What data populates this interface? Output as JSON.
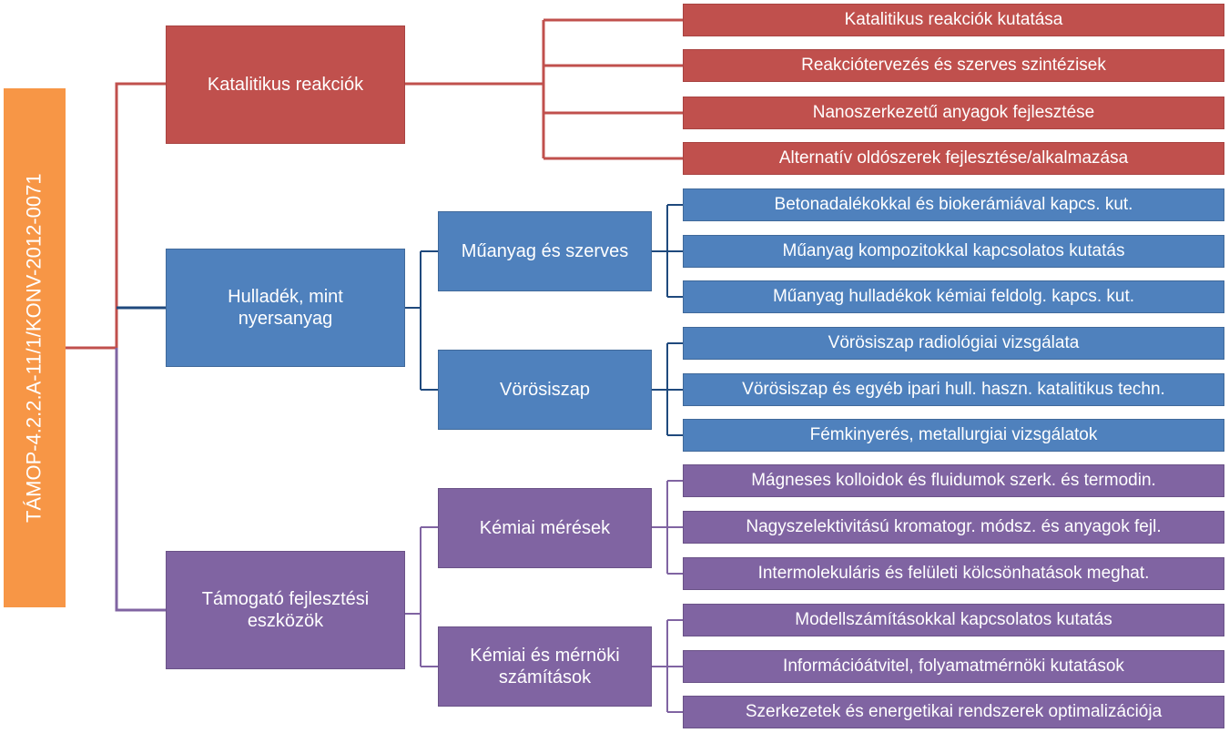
{
  "root": {
    "label": "TÁMOP-4.2.2.A-11/1/KONV-2012-0071"
  },
  "colors": {
    "root": "#f79646",
    "red": "#c0504d",
    "blue": "#4f81bd",
    "purple": "#8064a2"
  },
  "branches": [
    {
      "label": "Katalitikus reakciók",
      "leaves": [
        "Katalitikus reakciók kutatása",
        "Reakciótervezés és szerves szintézisek",
        "Nanoszerkezetű anyagok fejlesztése",
        "Alternatív oldószerek fejlesztése/alkalmazása"
      ]
    },
    {
      "label": "Hulladék, mint nyersanyag",
      "children": [
        {
          "label": "Műanyag és szerves",
          "leaves": [
            "Betonadalékokkal és biokerámiával kapcs. kut.",
            "Műanyag kompozitokkal kapcsolatos kutatás",
            "Műanyag hulladékok kémiai feldolg. kapcs. kut."
          ]
        },
        {
          "label": "Vörösiszap",
          "leaves": [
            "Vörösiszap radiológiai vizsgálata",
            "Vörösiszap és egyéb ipari hull. haszn. katalitikus techn.",
            "Fémkinyerés, metallurgiai vizsgálatok"
          ]
        }
      ]
    },
    {
      "label": "Támogató fejlesztési eszközök",
      "children": [
        {
          "label": "Kémiai mérések",
          "leaves": [
            "Mágneses kolloidok és fluidumok szerk. és termodin.",
            "Nagyszelektivitású kromatogr. módsz. és anyagok fejl.",
            "Intermolekuláris és felületi kölcsönhatások meghat."
          ]
        },
        {
          "label": "Kémiai és mérnöki számítások",
          "leaves": [
            "Modellszámításokkal kapcsolatos kutatás",
            "Információátvitel, folyamatmérnöki kutatások",
            "Szerkezetek és energetikai rendszerek optimalizációja"
          ]
        }
      ]
    }
  ]
}
